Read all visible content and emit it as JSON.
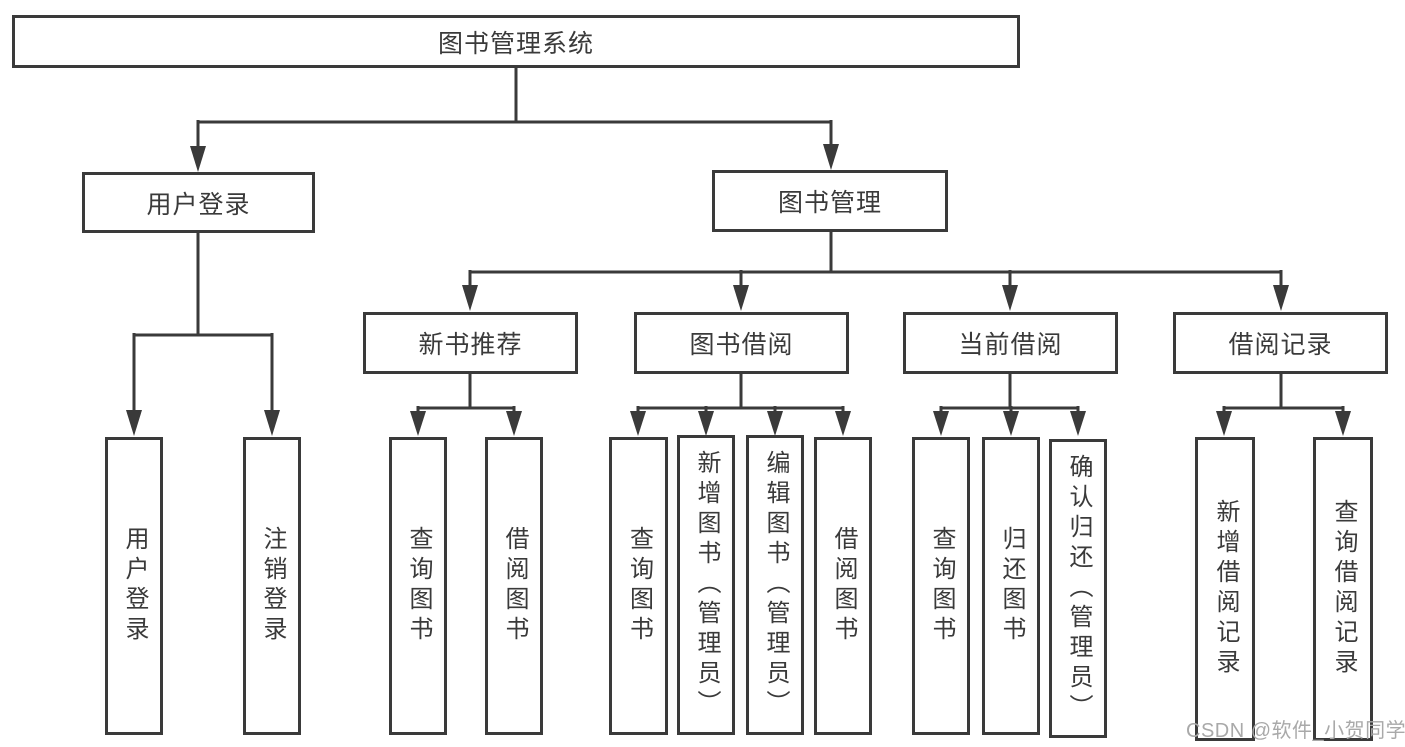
{
  "colors": {
    "line": "#3a3a3a",
    "text": "#3a3a3a",
    "watermark": "#a9a9a9",
    "background": "#ffffff"
  },
  "diagram": {
    "root": {
      "label": "图书管理系统"
    },
    "level2": {
      "user_login": {
        "label": "用户登录"
      },
      "book_mgmt": {
        "label": "图书管理"
      }
    },
    "level3": {
      "new_book_rec": {
        "label": "新书推荐"
      },
      "book_borrow": {
        "label": "图书借阅"
      },
      "current_borrow": {
        "label": "当前借阅"
      },
      "borrow_records": {
        "label": "借阅记录"
      }
    },
    "leaves": {
      "user_login_child_1": {
        "label": "用户登录"
      },
      "user_login_child_2": {
        "label": "注销登录"
      },
      "new_book_rec_child_1": {
        "label": "查询图书"
      },
      "new_book_rec_child_2": {
        "label": "借阅图书"
      },
      "book_borrow_child_1": {
        "label": "查询图书"
      },
      "book_borrow_child_2": {
        "label": "新增图书（管理员）"
      },
      "book_borrow_child_3": {
        "label": "编辑图书（管理员）"
      },
      "book_borrow_child_4": {
        "label": "借阅图书"
      },
      "current_borrow_child_1": {
        "label": "查询图书"
      },
      "current_borrow_child_2": {
        "label": "归还图书"
      },
      "current_borrow_child_3": {
        "label": "确认归还（管理员）"
      },
      "borrow_records_child_1": {
        "label": "新增借阅记录"
      },
      "borrow_records_child_2": {
        "label": "查询借阅记录"
      }
    }
  },
  "watermark": {
    "text": "CSDN @软件_小贺同学"
  }
}
